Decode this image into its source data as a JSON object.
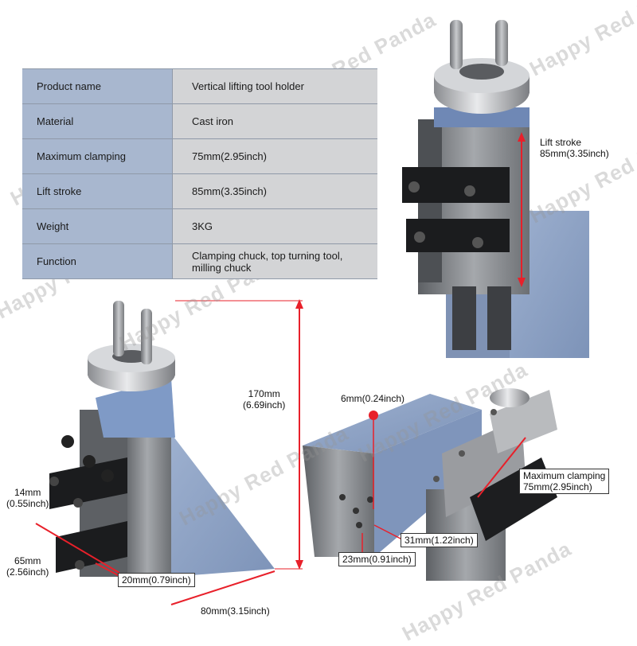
{
  "watermark": "Happy Red Panda",
  "spec_table": [
    {
      "label": "Product name",
      "value": "Vertical lifting tool holder"
    },
    {
      "label": "Material",
      "value": "Cast iron"
    },
    {
      "label": "Maximum clamping",
      "value": "75mm(2.95inch)"
    },
    {
      "label": "Lift stroke",
      "value": "85mm(3.35inch)"
    },
    {
      "label": "Weight",
      "value": "3KG"
    },
    {
      "label": "Function",
      "value": "Clamping chuck, top turning tool, milling chuck"
    }
  ],
  "top_callout": {
    "line1": "Lift stroke",
    "line2": "85mm(3.35inch)"
  },
  "left_dims": {
    "height_mm": "170mm",
    "height_in": "(6.69inch)",
    "slot_mm": "14mm",
    "slot_in": "(0.55inch)",
    "depth_mm": "65mm",
    "depth_in": "(2.56inch)",
    "width_small": "20mm(0.79inch)",
    "width_base": "80mm(3.15inch)"
  },
  "right_dims": {
    "hole": "6mm(0.24inch)",
    "spacing_a": "31mm(1.22inch)",
    "spacing_b": "23mm(0.91inch)",
    "clamp_title": "Maximum clamping",
    "clamp_value": "75mm(2.95inch)"
  },
  "colors": {
    "accent_red": "#e8202a",
    "steel_blue": "#8fa4c4",
    "table_label_bg": "#a8b7cf",
    "table_value_bg": "#d3d4d6"
  }
}
